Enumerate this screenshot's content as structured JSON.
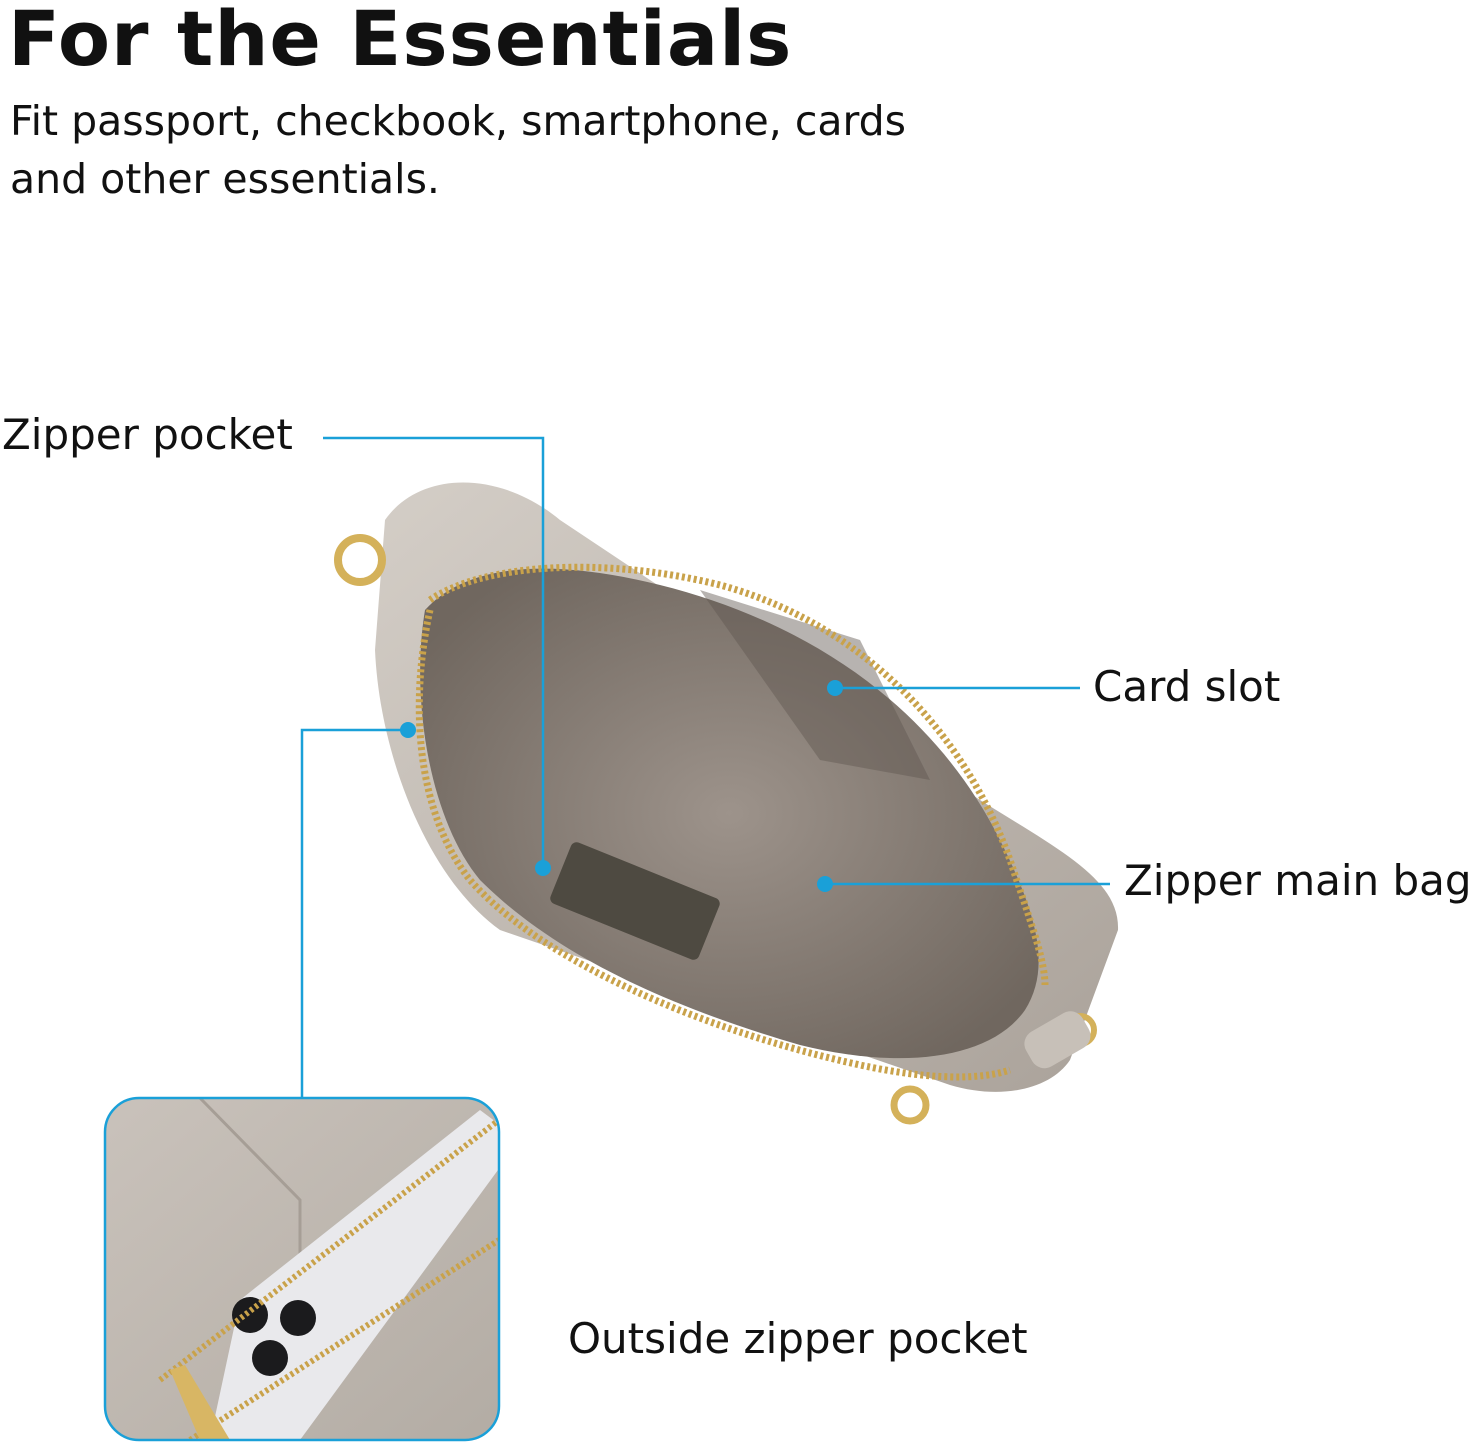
{
  "header": {
    "title": "For the Essentials",
    "subtitle": "Fit passport, checkbook, smartphone, cards and other essentials."
  },
  "callouts": {
    "zipper_pocket": "Zipper pocket",
    "card_slot": "Card slot",
    "zipper_main_bag": "Zipper main bag",
    "outside_zipper_pocket": "Outside zipper pocket"
  },
  "colors": {
    "leader_line": "#1aa0d8",
    "bag_leather": "#bdb6ae",
    "bag_lining": "#8f857d",
    "zipper_gold": "#c9a24a"
  }
}
